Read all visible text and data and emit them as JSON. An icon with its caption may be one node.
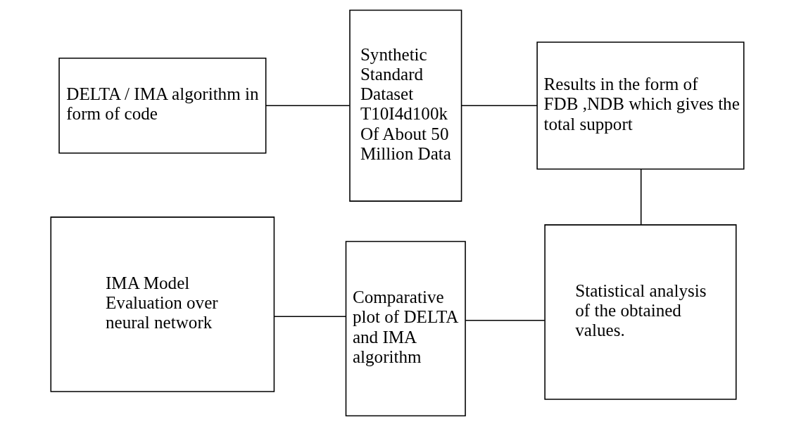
{
  "diagram": {
    "nodes": [
      {
        "text": [
          "DELTA / IMA algorithm in form of code"
        ]
      },
      {
        "text": [
          "Synthetic Standard Dataset T10I4d100k Of About 50 Million Data"
        ]
      },
      {
        "text": [
          "Results in the form of FDB ,NDB which gives the total support"
        ]
      },
      {
        "text": [
          "IMA Model Evaluation over neural network"
        ]
      },
      {
        "text": [
          "Comparative plot of DELTA and IMA algorithm"
        ]
      },
      {
        "text": [
          "Statistical analysis of the obtained values."
        ]
      }
    ],
    "edges": [
      {
        "from": 0,
        "to": 1,
        "arrow": "none"
      },
      {
        "from": 1,
        "to": 2,
        "arrow": "none"
      },
      {
        "from": 2,
        "to": 5,
        "arrow": "none"
      },
      {
        "from": 5,
        "to": 4,
        "arrow": "none"
      },
      {
        "from": 4,
        "to": 3,
        "arrow": "none"
      }
    ]
  }
}
